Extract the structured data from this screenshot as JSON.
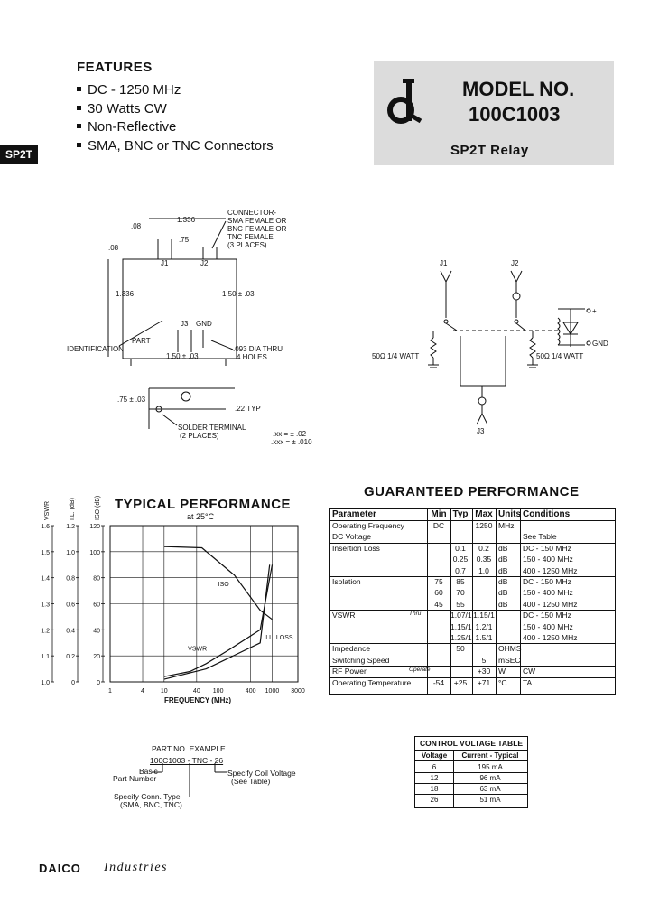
{
  "features": {
    "title": "FEATURES",
    "items": [
      "DC - 1250 MHz",
      "30 Watts CW",
      "Non-Reflective",
      "SMA, BNC or TNC Connectors"
    ]
  },
  "side_tab": "SP2T",
  "model": {
    "label": "MODEL NO.",
    "number": "100C1003",
    "description": "SP2T Relay"
  },
  "mechanical": {
    "connector_note": [
      "CONNECTOR-",
      "SMA FEMALE OR",
      "BNC FEMALE OR",
      "TNC FEMALE",
      "(3 PLACES)"
    ],
    "dims": {
      "d08a": ".08",
      "d1336a": "1.336",
      "d75": ".75",
      "d08b": ".08",
      "d1336b": "1.336",
      "d150a": "1.50 ± .03",
      "d150b": "1.50 ± .03",
      "d75b": ".75 ± .03",
      "d22": ".22 TYP"
    },
    "labels": {
      "j1": "J1",
      "j2": "J2",
      "j3": "J3",
      "gnd": "GND",
      "part_id": [
        "PART",
        "IDENTIFICATION"
      ],
      "holes": [
        ".093 DIA THRU",
        "4 HOLES"
      ],
      "solder": [
        "SOLDER TERMINAL",
        "(2 PLACES)"
      ],
      "tol1": ".xx = ± .02",
      "tol2": ".xxx = ± .010"
    }
  },
  "schematic": {
    "j1": "J1",
    "j2": "J2",
    "j3": "J3",
    "r1": "50Ω 1/4 WATT",
    "r2": "50Ω 1/4 WATT",
    "plus": "+",
    "gnd": "GND"
  },
  "typical_performance": {
    "title": "TYPICAL PERFORMANCE",
    "subtitle": "at 25°C"
  },
  "chart_data": {
    "type": "line",
    "title": "TYPICAL PERFORMANCE",
    "subtitle": "at 25°C",
    "xlabel": "FREQUENCY (MHz)",
    "x_scale": "log",
    "xlim": [
      1,
      3000
    ],
    "x_ticks": [
      "1",
      "4",
      "10",
      "40",
      "100",
      "400",
      "1000",
      "3000"
    ],
    "y_axes": [
      {
        "label": "VSWR",
        "ticks": [
          "1.6",
          "1.5",
          "1.4",
          "1.3",
          "1.2",
          "1.1",
          "1.0"
        ],
        "ylim": [
          1.0,
          1.6
        ]
      },
      {
        "label": "I.L. (dB)",
        "ticks": [
          "1.2",
          "1.0",
          "0.8",
          "0.6",
          "0.4",
          "0.2",
          "0"
        ],
        "ylim": [
          0,
          1.2
        ]
      },
      {
        "label": "ISO (dB)",
        "ticks": [
          "120",
          "100",
          "80",
          "60",
          "40",
          "20",
          "0"
        ],
        "ylim": [
          0,
          120
        ]
      }
    ],
    "series": [
      {
        "name": "ISO",
        "axis": "ISO (dB)",
        "x": [
          10,
          50,
          200,
          600,
          1000
        ],
        "y": [
          104,
          103,
          82,
          55,
          48
        ]
      },
      {
        "name": "VSWR",
        "axis": "VSWR",
        "x": [
          10,
          30,
          60,
          150,
          600,
          1000
        ],
        "y": [
          1.02,
          1.04,
          1.07,
          1.12,
          1.2,
          1.45
        ]
      },
      {
        "name": "I.L. LOSS",
        "axis": "I.L. (dB)",
        "x": [
          10,
          60,
          600,
          900
        ],
        "y": [
          0.02,
          0.1,
          0.3,
          0.9
        ]
      }
    ]
  },
  "guaranteed": {
    "title": "GUARANTEED PERFORMANCE",
    "headers": {
      "param": "Parameter",
      "min": "Min",
      "typ": "Typ",
      "max": "Max",
      "units": "Units",
      "cond": "Conditions"
    },
    "rows": [
      {
        "param": "Operating Frequency",
        "min": "DC",
        "typ": "",
        "max": "1250",
        "units": "MHz",
        "cond": ""
      },
      {
        "param": "DC Voltage",
        "min": "",
        "typ": "",
        "max": "",
        "units": "",
        "cond": "See Table"
      },
      {
        "param": "Insertion Loss",
        "min": "",
        "typ": "0.1",
        "max": "0.2",
        "units": "dB",
        "cond": "DC - 150 MHz"
      },
      {
        "param": "",
        "min": "",
        "typ": "0.25",
        "max": "0.35",
        "units": "dB",
        "cond": "150 - 400 MHz"
      },
      {
        "param": "",
        "min": "",
        "typ": "0.7",
        "max": "1.0",
        "units": "dB",
        "cond": "400 - 1250 MHz"
      },
      {
        "param": "Isolation",
        "min": "75",
        "typ": "85",
        "max": "",
        "units": "dB",
        "cond": "DC - 150 MHz"
      },
      {
        "param": "",
        "min": "60",
        "typ": "70",
        "max": "",
        "units": "dB",
        "cond": "150 - 400 MHz"
      },
      {
        "param": "",
        "min": "45",
        "typ": "55",
        "max": "",
        "units": "dB",
        "cond": "400 - 1250 MHz"
      },
      {
        "param": "VSWR",
        "note": "Thru",
        "min": "",
        "typ": "1.07/1",
        "max": "1.15/1",
        "units": "",
        "cond": "DC - 150 MHz"
      },
      {
        "param": "",
        "min": "",
        "typ": "1.15/1",
        "max": "1.2/1",
        "units": "",
        "cond": "150 - 400 MHz"
      },
      {
        "param": "",
        "min": "",
        "typ": "1.25/1",
        "max": "1.5/1",
        "units": "",
        "cond": "400 - 1250 MHz"
      },
      {
        "param": "Impedance",
        "min": "",
        "typ": "50",
        "max": "",
        "units": "OHMS",
        "cond": ""
      },
      {
        "param": "Switching Speed",
        "min": "",
        "typ": "",
        "max": "5",
        "units": "mSEC",
        "cond": ""
      },
      {
        "param": "RF Power",
        "note": "Operate",
        "min": "",
        "typ": "",
        "max": "+30",
        "units": "W",
        "cond": "CW"
      },
      {
        "param": "Operating Temperature",
        "min": "-54",
        "typ": "+25",
        "max": "+71",
        "units": "°C",
        "cond": "TA"
      }
    ]
  },
  "part_example": {
    "title": "PART NO. EXAMPLE",
    "code": "100C1003 - TNC - 26",
    "basic": "Basic",
    "part_number": "Part Number",
    "coil": [
      "Specify Coil Voltage",
      "(See Table)"
    ],
    "conn": [
      "Specify Conn. Type",
      "(SMA, BNC, TNC)"
    ]
  },
  "control_voltage": {
    "title": "CONTROL VOLTAGE TABLE",
    "headers": {
      "voltage": "Voltage",
      "current": "Current - Typical"
    },
    "rows": [
      {
        "voltage": "6",
        "current": "195 mA"
      },
      {
        "voltage": "12",
        "current": "96 mA"
      },
      {
        "voltage": "18",
        "current": "63 mA"
      },
      {
        "voltage": "26",
        "current": "51 mA"
      }
    ]
  },
  "footer": {
    "brand": "DAICO",
    "brand_sub": "Industries"
  }
}
